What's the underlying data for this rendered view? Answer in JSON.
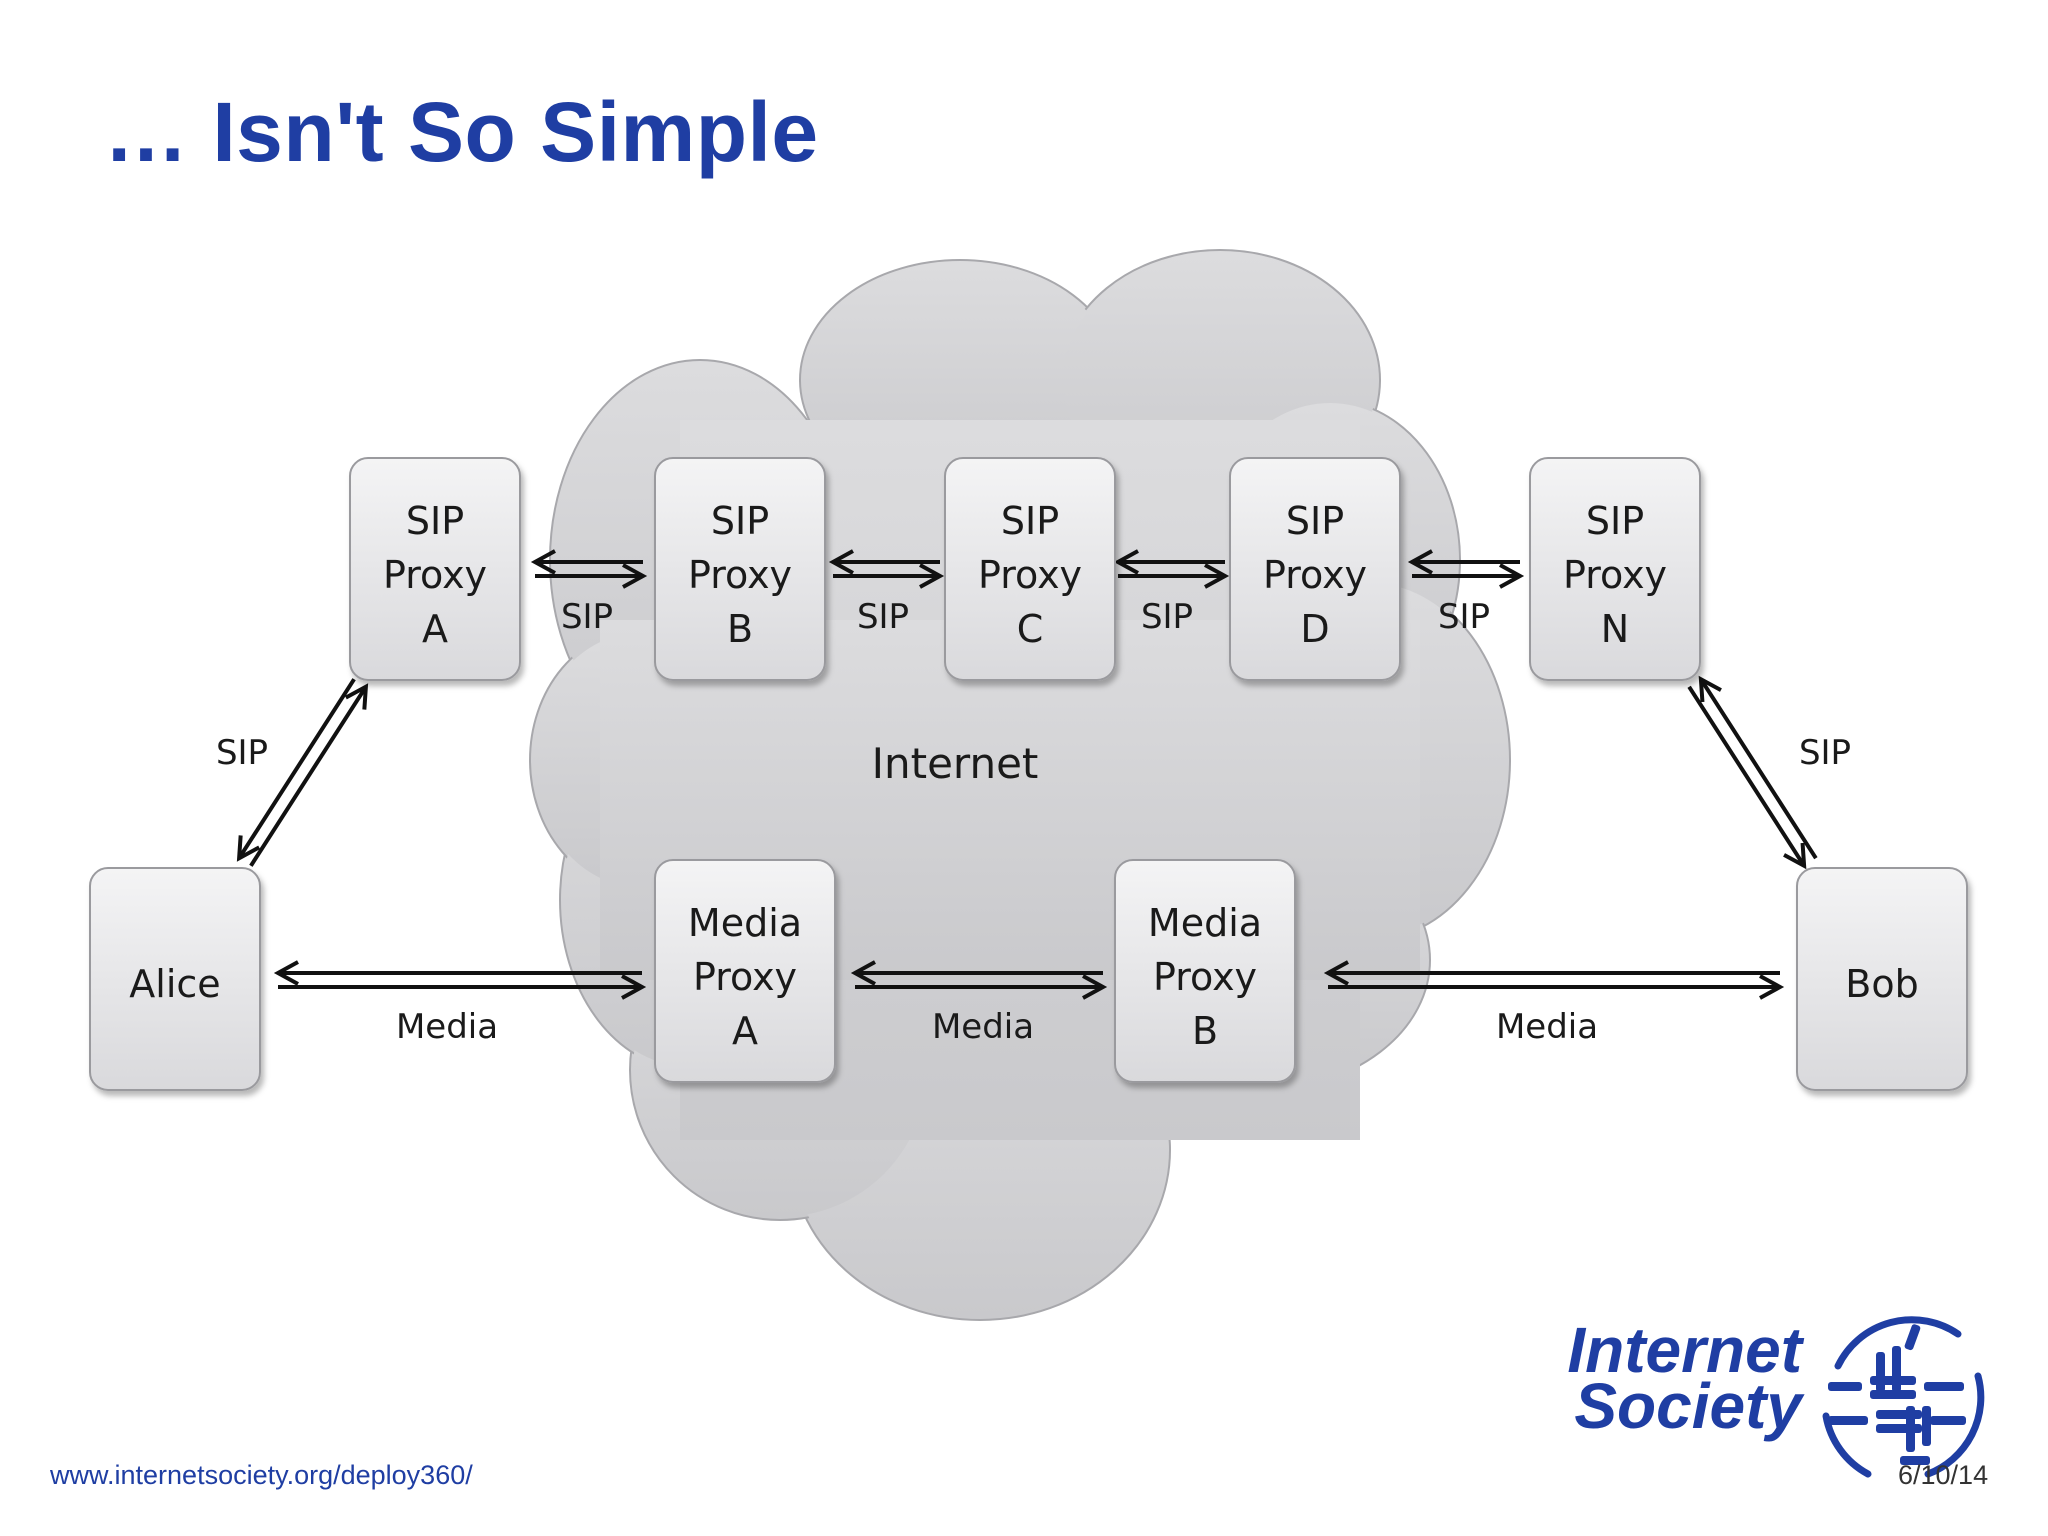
{
  "slide": {
    "title": "… Isn't So Simple",
    "footer_url": "www.internetsociety.org/deploy360/",
    "footer_date": "6/10/14"
  },
  "logo": {
    "line1": "Internet",
    "line2": "Society",
    "color": "#1f3ea3"
  },
  "diagram": {
    "cloud_label": "Internet",
    "nodes": {
      "sip_a": [
        "SIP",
        "Proxy",
        "A"
      ],
      "sip_b": [
        "SIP",
        "Proxy",
        "B"
      ],
      "sip_c": [
        "SIP",
        "Proxy",
        "C"
      ],
      "sip_d": [
        "SIP",
        "Proxy",
        "D"
      ],
      "sip_n": [
        "SIP",
        "Proxy",
        "N"
      ],
      "alice": [
        "Alice"
      ],
      "bob": [
        "Bob"
      ],
      "media_a": [
        "Media",
        "Proxy",
        "A"
      ],
      "media_b": [
        "Media",
        "Proxy",
        "B"
      ]
    },
    "edges": {
      "sip_a_b": "SIP",
      "sip_b_c": "SIP",
      "sip_c_d": "SIP",
      "sip_d_n": "SIP",
      "alice_sip_a": "SIP",
      "bob_sip_n": "SIP",
      "alice_media_a": "Media",
      "media_a_b": "Media",
      "media_b_bob": "Media"
    }
  },
  "colors": {
    "title": "#1f3ea3",
    "cloud": "#d4d4d6",
    "box": "#e6e6e8"
  }
}
